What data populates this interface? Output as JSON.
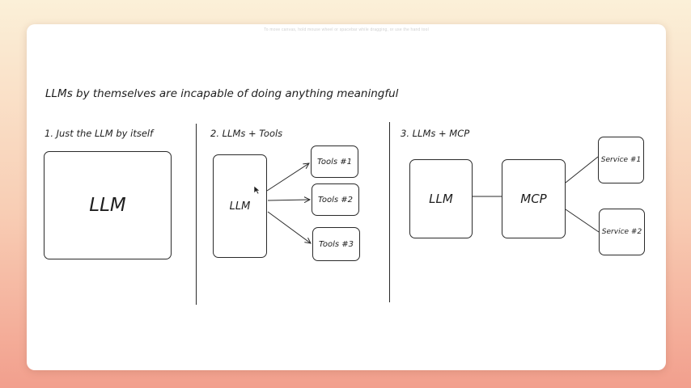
{
  "hint": "To move canvas, hold mouse wheel or spacebar while dragging, or use the hand tool",
  "headline": "LLMs by themselves are incapable of doing anything meaningful",
  "sections": [
    {
      "title": "1. Just the LLM by itself",
      "nodes": {
        "llm": "LLM"
      }
    },
    {
      "title": "2. LLMs + Tools",
      "nodes": {
        "llm": "LLM",
        "tool1": "Tools #1",
        "tool2": "Tools #2",
        "tool3": "Tools #3"
      }
    },
    {
      "title": "3. LLMs + MCP",
      "nodes": {
        "llm": "LLM",
        "mcp": "MCP",
        "service1": "Service #1",
        "service2": "Service #2"
      }
    }
  ],
  "colors": {
    "stroke": "#2a2a2a",
    "background_top": "#fbf0d8",
    "background_bottom": "#f29f8d"
  }
}
